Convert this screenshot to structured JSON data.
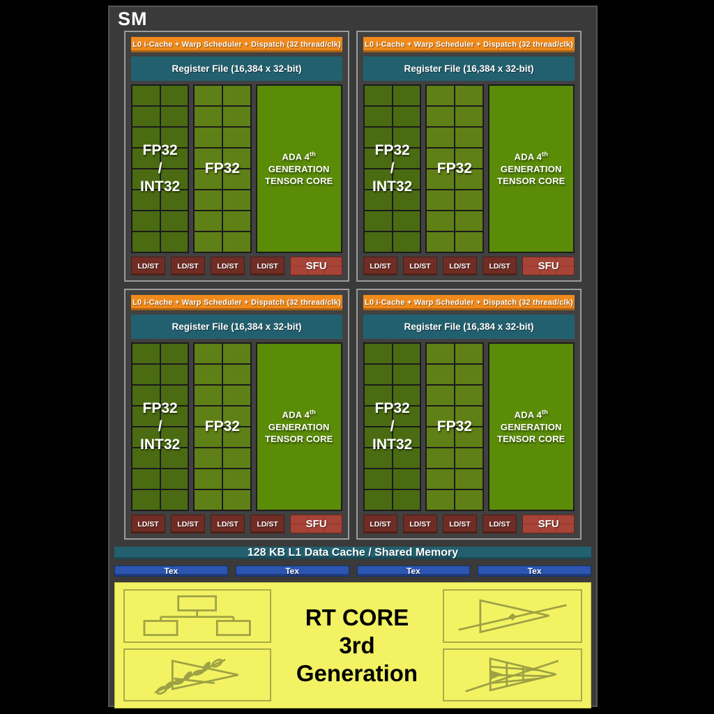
{
  "page": {
    "title": "SM"
  },
  "colors": {
    "background": "#000000",
    "sm_panel_gray": "#3a3a3a",
    "quadrant_border_gray": "#9c9c9c",
    "scheduler_orange": "#f08a1b",
    "register_teal": "#23606f",
    "core_green_dark": "#4a6b12",
    "core_green_mid": "#5f8016",
    "tensor_green": "#5a8c08",
    "ldst_dark_red": "#6f2d25",
    "sfu_red": "#a74337",
    "tex_blue": "#2b55b0",
    "rt_yellow": "#f2f263",
    "rt_icon_olive": "#9da043"
  },
  "quadrant": {
    "scheduler_label": "L0 i-Cache + Warp Scheduler + Dispatch (32 thread/clk)",
    "register_file_label": "Register File (16,384 x 32-bit)",
    "fp32_int32": {
      "line1": "FP32",
      "line2": "/",
      "line3": "INT32"
    },
    "fp32_label": "FP32",
    "tensor_core": {
      "name": "ADA 4",
      "sup": "th",
      "line2": "GENERATION",
      "line3": "TENSOR CORE"
    },
    "ldst_label": "LD/ST",
    "sfu_label": "SFU",
    "core_grid": {
      "columns": 2,
      "rows": 8
    }
  },
  "memory": {
    "l1_label": "128 KB L1 Data Cache / Shared Memory"
  },
  "tex": {
    "label": "Tex",
    "count": 4
  },
  "rt_core": {
    "title_line1": "RT CORE",
    "title_line2": "3rd Generation",
    "icons": [
      "bvh-hierarchy-icon",
      "ray-triangle-intersection-icon",
      "foliage-alpha-icon",
      "micromesh-triangle-icon"
    ]
  }
}
